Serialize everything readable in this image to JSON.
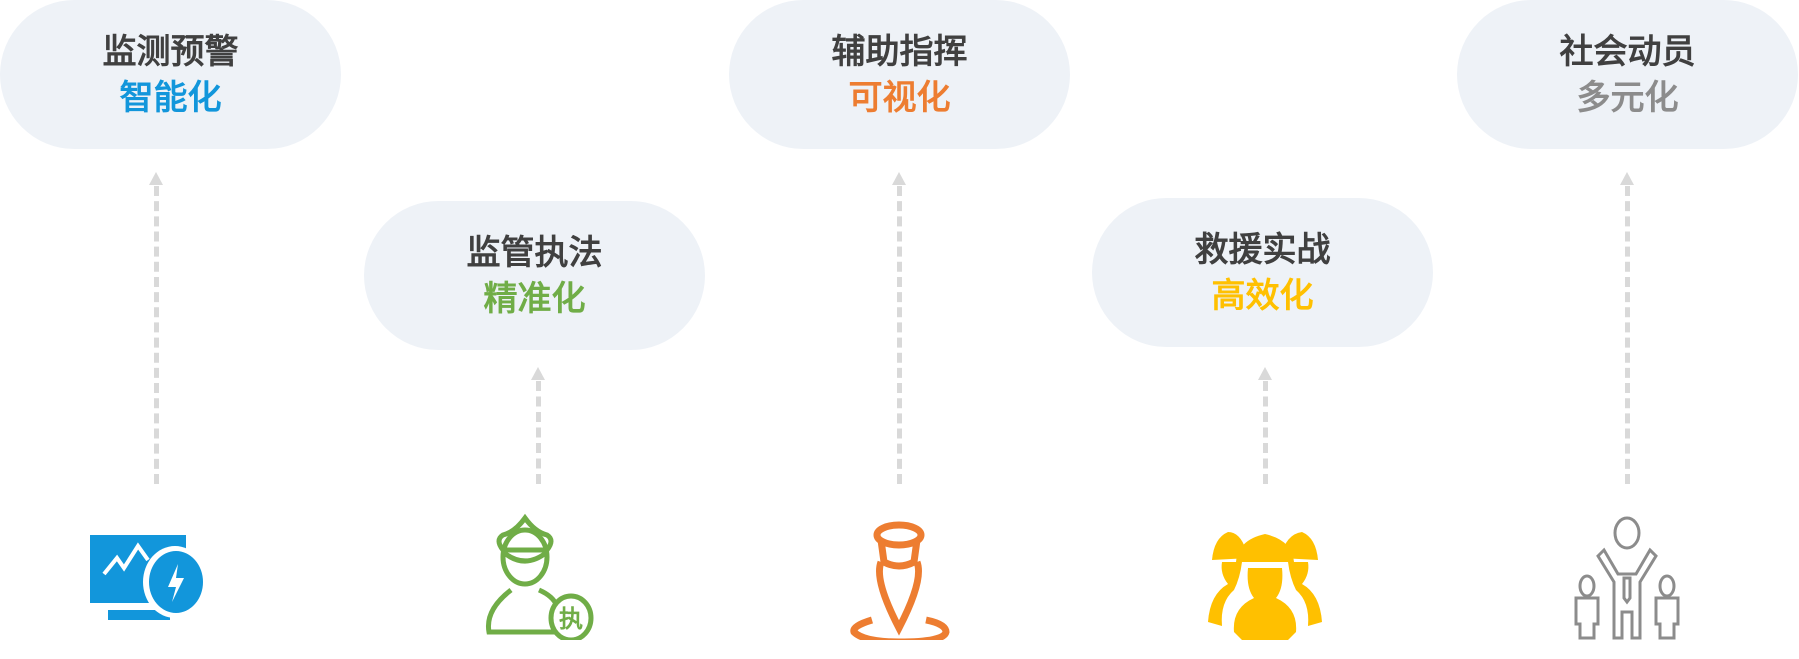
{
  "items": [
    {
      "title": "监测预警",
      "subtitle": "智能化",
      "color": "#1296db",
      "icon": "monitor-alert-icon"
    },
    {
      "title": "监管执法",
      "subtitle": "精准化",
      "color": "#70ad47",
      "icon": "police-officer-icon"
    },
    {
      "title": "辅助指挥",
      "subtitle": "可视化",
      "color": "#ed7d31",
      "icon": "location-person-icon"
    },
    {
      "title": "救援实战",
      "subtitle": "高效化",
      "color": "#ffc000",
      "icon": "rescue-team-icon"
    },
    {
      "title": "社会动员",
      "subtitle": "多元化",
      "color": "#8c8c8c",
      "icon": "community-people-icon"
    }
  ],
  "badge_text": "执"
}
